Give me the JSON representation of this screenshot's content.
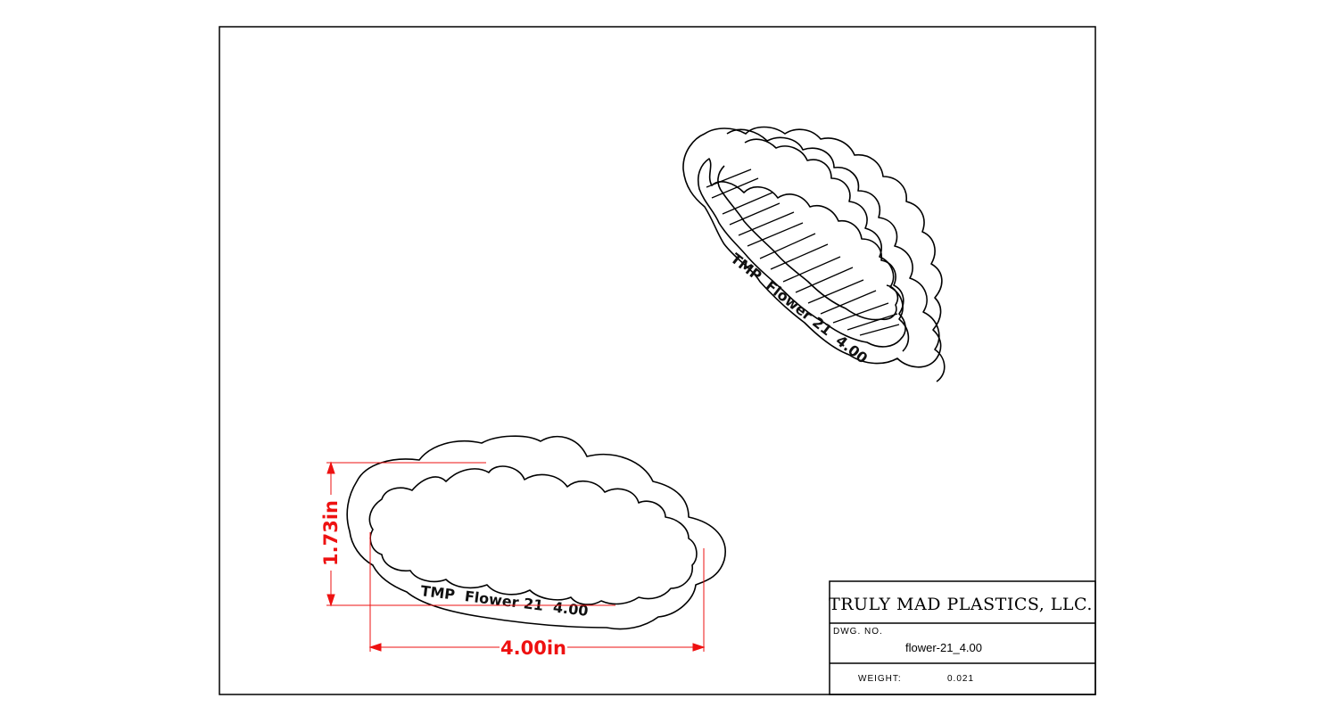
{
  "title_block": {
    "company": "TRULY MAD PLASTICS, LLC.",
    "dwg_no_label": "DWG. NO.",
    "dwg_no": "flower-21_4.00",
    "weight_label": "WEIGHT:",
    "weight": "0.021"
  },
  "dimensions": {
    "height": "1.73in",
    "width": "4.00in"
  },
  "engraving": {
    "top_view": "TMP  Flower 21  4.00",
    "iso_view": "TMP  Flower 21  4.00"
  },
  "colors": {
    "dimension": "#ee1111",
    "line": "#000000"
  }
}
